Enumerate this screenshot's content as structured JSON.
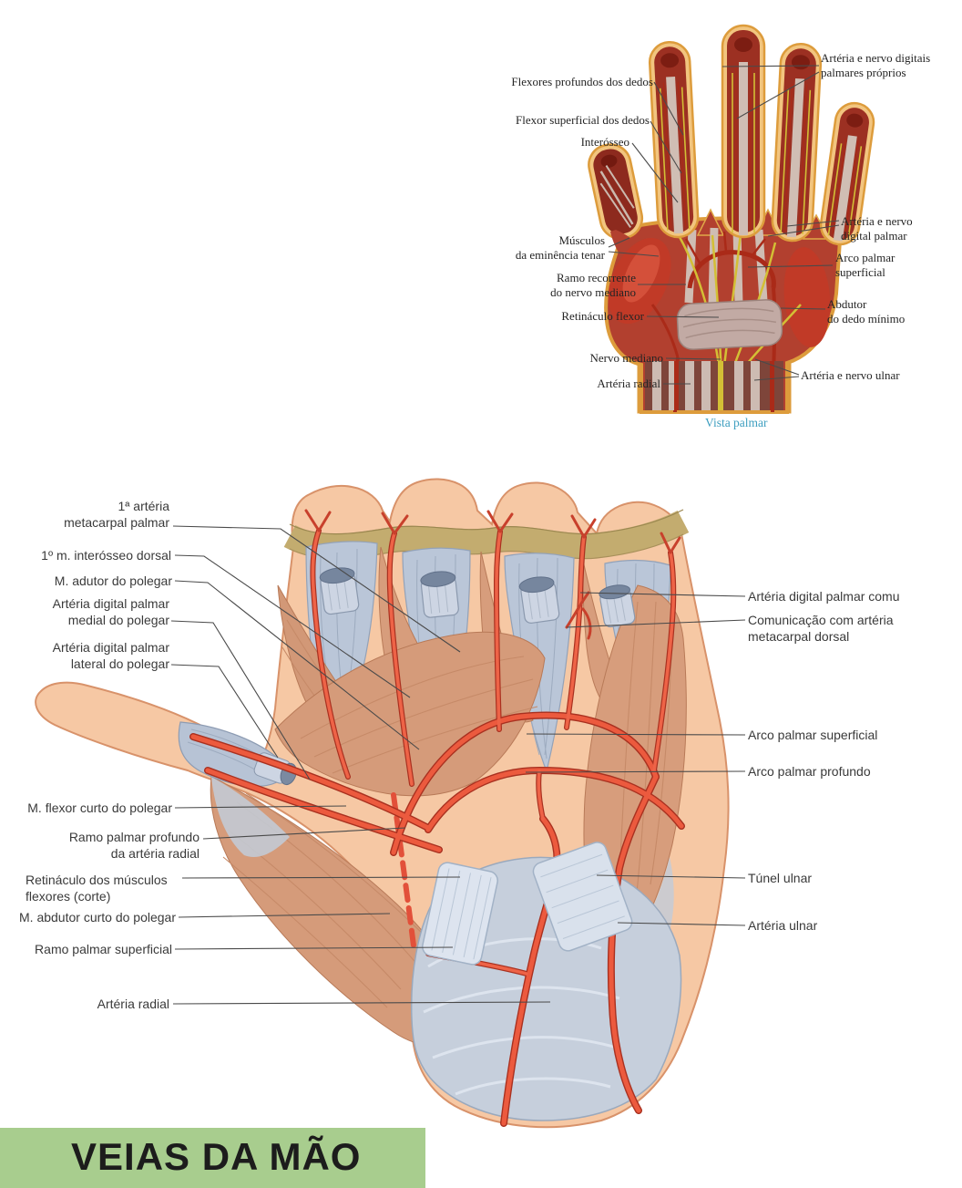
{
  "banner": {
    "text": "VEIAS DA MÃO"
  },
  "figure_top": {
    "caption": "Vista palmar",
    "labels": {
      "flexores_profundos": "Flexores profundos dos dedos",
      "flexor_superficial": "Flexor superficial dos dedos",
      "interosseo": "Interósseo",
      "musculos_eminencia": "Músculos\nda eminência tenar",
      "ramo_recorrente": "Ramo recorrente\ndo nervo mediano",
      "retinaculo_flexor": "Retináculo flexor",
      "nervo_mediano": "Nervo mediano",
      "arteria_radial": "Artéria radial",
      "arteria_nervo_digitais": "Artéria e nervo digitais\npalmares próprios",
      "arteria_nervo_digital": "Artéria e nervo\ndigital palmar",
      "arco_palmar_superficial": "Arco palmar\nsuperficial",
      "abdutor_dedo_minimo": "Abdutor\ndo dedo mínimo",
      "arteria_nervo_ulnar": "Artéria e nervo ulnar"
    }
  },
  "figure_bottom": {
    "labels": {
      "primeira_arteria_metacarpal": "1ª artéria\nmetacarpal palmar",
      "primeiro_interosseo_dorsal": "1º m. interósseo dorsal",
      "adutor_polegar": "M. adutor do polegar",
      "arteria_digital_medial": "Artéria digital palmar\nmedial do polegar",
      "arteria_digital_lateral": "Artéria digital palmar\nlateral do polegar",
      "flexor_curto_polegar": "M. flexor curto do polegar",
      "ramo_palmar_profundo": "Ramo palmar profundo\nda artéria radial",
      "retinaculo_musculos_flexores": "Retináculo dos músculos\nflexores (corte)",
      "abdutor_curto_polegar": "M. abdutor curto do polegar",
      "ramo_palmar_superficial": "Ramo palmar superficial",
      "arteria_radial": "Artéria radial",
      "arteria_digital_comum": "Artéria digital palmar comu",
      "comunicacao_metacarpal_dorsal": "Comunicação com artéria\nmetacarpal dorsal",
      "arco_palmar_superficial": "Arco palmar superficial",
      "arco_palmar_profundo": "Arco palmar profundo",
      "tunel_ulnar": "Túnel ulnar",
      "arteria_ulnar": "Artéria ulnar"
    }
  },
  "colors": {
    "banner_bg": "#a8cd8e",
    "banner_text": "#1c1c1c",
    "caption_teal": "#3f9fc0",
    "artery_red": "#e64b31",
    "leader_line": "#4a4a4a",
    "muscle_salmon": "#d59b7a",
    "tendon_bluegray": "#bac6d8",
    "skin": "#f6c8a4"
  }
}
